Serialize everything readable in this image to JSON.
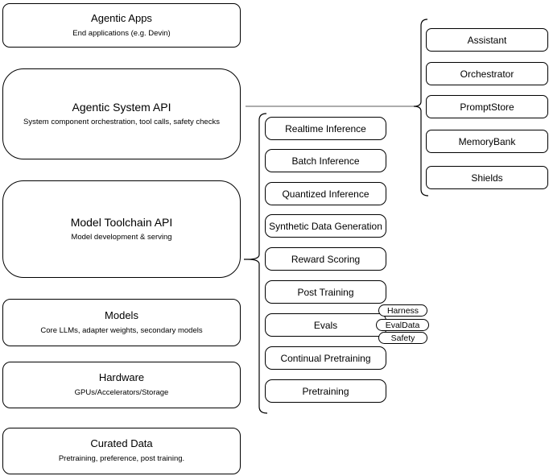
{
  "stack": [
    {
      "title": "Agentic Apps",
      "subtitle": "End applications (e.g. Devin)"
    },
    {
      "title": "Agentic System API",
      "subtitle": "System component orchestration, tool calls, safety checks"
    },
    {
      "title": "Model Toolchain API",
      "subtitle": "Model development & serving"
    },
    {
      "title": "Models",
      "subtitle": "Core LLMs, adapter weights, secondary models"
    },
    {
      "title": "Hardware",
      "subtitle": "GPUs/Accelerators/Storage"
    },
    {
      "title": "Curated Data",
      "subtitle": "Pretraining, preference, post training."
    }
  ],
  "toolchain_services": [
    "Realtime Inference",
    "Batch Inference",
    "Quantized Inference",
    "Synthetic Data Generation",
    "Reward Scoring",
    "Post Training",
    "Evals",
    "Continual Pretraining",
    "Pretraining"
  ],
  "evals_badges": [
    "Harness",
    "EvalData",
    "Safety"
  ],
  "system_components": [
    "Assistant",
    "Orchestrator",
    "PromptStore",
    "MemoryBank",
    "Shields"
  ],
  "colors": {
    "stroke": "#000000",
    "fill": "#ffffff",
    "connector": "#7b7b7b",
    "text": "#000000"
  }
}
